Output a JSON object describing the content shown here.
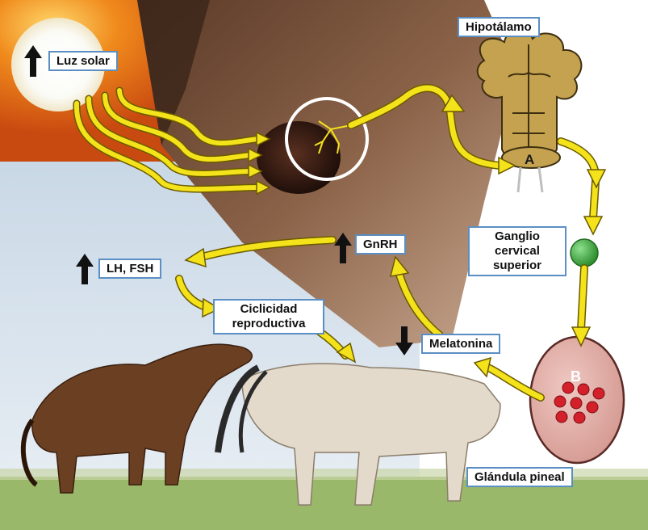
{
  "labels": {
    "luz_solar": "Luz solar",
    "hipotalamo": "Hipotálamo",
    "gnrh": "GnRH",
    "lh_fsh": "LH, FSH",
    "ganglio_line1": "Ganglio",
    "ganglio_line2": "cervical",
    "ganglio_line3": "superior",
    "ciclicidad_line1": "Ciclicidad",
    "ciclicidad_line2": "reproductiva",
    "melatonina": "Melatonina",
    "glandula_pineal": "Glándula pineal"
  },
  "markers": {
    "a": "A",
    "b": "B"
  },
  "trends": {
    "luz_solar": "up",
    "gnrh": "up",
    "lh_fsh": "up",
    "melatonina": "down"
  },
  "colors": {
    "arrow_fill": "#f4e21a",
    "arrow_stroke": "#6b5a00",
    "label_border": "#5b8fc4",
    "sun_core": "#ffffff",
    "sky_orange": "#e06a10",
    "ganglion_green": "#3fae3f",
    "gland_fill": "#e2b3ad",
    "dots_red": "#d3202a",
    "hypothalamus": "#c4a24f"
  }
}
